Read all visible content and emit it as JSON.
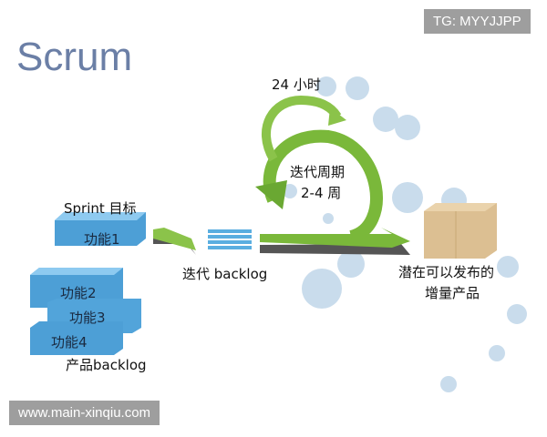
{
  "title": "Scrum",
  "watermark_top": "TG: MYYJJPP",
  "watermark_bottom": "www.main-xinqiu.com",
  "daily_label": "24 小时",
  "sprint_label_1": "迭代周期",
  "sprint_label_2": "2-4 周",
  "sprint_goal": "Sprint 目标",
  "sprint_goal_item": "功能1",
  "product_backlog": {
    "items": [
      "功能2",
      "功能3",
      "功能4"
    ],
    "label": "产品backlog"
  },
  "sprint_backlog": "迭代 backlog",
  "increment_1": "潜在可以发布的",
  "increment_2": "增量产品",
  "colors": {
    "title": "#6b7fa6",
    "block": "#5aaee0",
    "arrow": "#7ab83a",
    "circle": "#c9dcec",
    "box": "#e0c49a"
  }
}
